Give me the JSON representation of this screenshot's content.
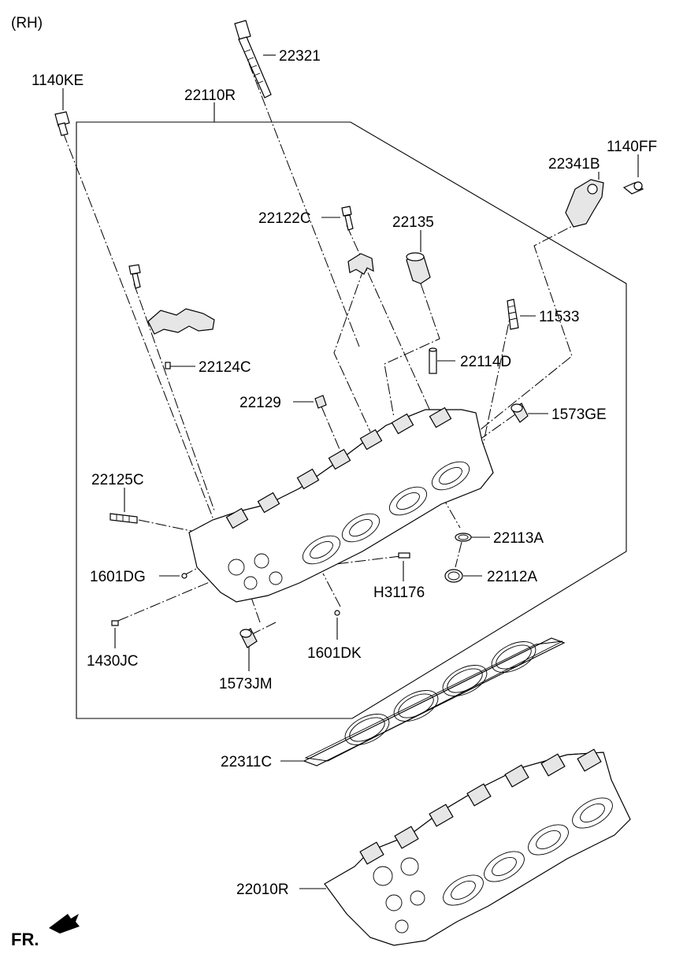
{
  "header": {
    "side_label": "(RH)"
  },
  "footer": {
    "front_label": "FR."
  },
  "parts": {
    "bolt_22321": "22321",
    "bolt_1140KE": "1140KE",
    "cylinder_head_assy": "22110R",
    "bracket_22341B": "22341B",
    "bolt_1140FF": "1140FF",
    "bolt_22122C": "22122C",
    "sleeve_22135": "22135",
    "stud_11533": "11533",
    "pin_22124C": "22124C",
    "dowel_22114D": "22114D",
    "plug_22129": "22129",
    "plug_1573GE": "1573GE",
    "stud_22125C": "22125C",
    "ring_22113A": "22113A",
    "pin_1601DG": "1601DG",
    "seal_22112A": "22112A",
    "pin_H31176": "H31176",
    "pin_1430JC": "1430JC",
    "pin_1601DK": "1601DK",
    "plug_1573JM": "1573JM",
    "gasket_22311C": "22311C",
    "cylinder_head_22010R": "22010R"
  }
}
